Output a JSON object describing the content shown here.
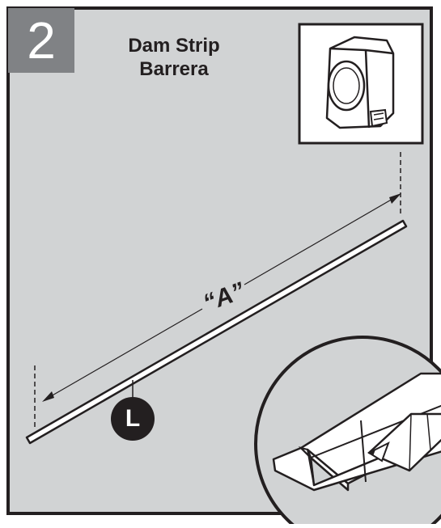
{
  "step": {
    "number": "2"
  },
  "title": {
    "line1": "Dam Strip",
    "line2": "Barrera"
  },
  "dimension": {
    "label": "“A”"
  },
  "callout": {
    "letter": "L"
  },
  "icons": {
    "tool": "tape-measure-icon",
    "part": "dam-strip",
    "detail": "magnified-dam-strip-detail"
  },
  "colors": {
    "background": "#d1d3d4",
    "badge": "#808285",
    "ink": "#231f20",
    "paper": "#ffffff"
  }
}
